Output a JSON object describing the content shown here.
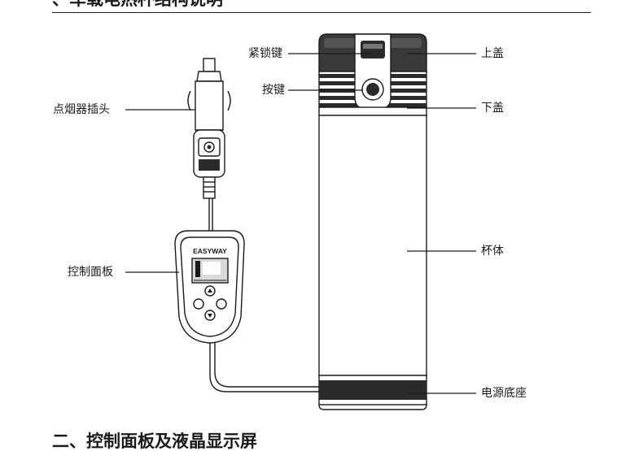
{
  "headings": {
    "top": "、车载电热杯结构说明",
    "bottom": "二、控制面板及液晶显示屏"
  },
  "labels": {
    "lock_key": "紧锁键",
    "top_lid": "上盖",
    "button": "按键",
    "bottom_lid": "下盖",
    "lighter_plug": "点烟器插头",
    "cup_body": "杯体",
    "control_panel": "控制面板",
    "power_base": "电源底座"
  },
  "panel": {
    "brand": "EASYWAY"
  },
  "colors": {
    "ink": "#1a1a1a",
    "fill_dark": "#2b2b2b",
    "lcd": "#d9d9d9"
  }
}
